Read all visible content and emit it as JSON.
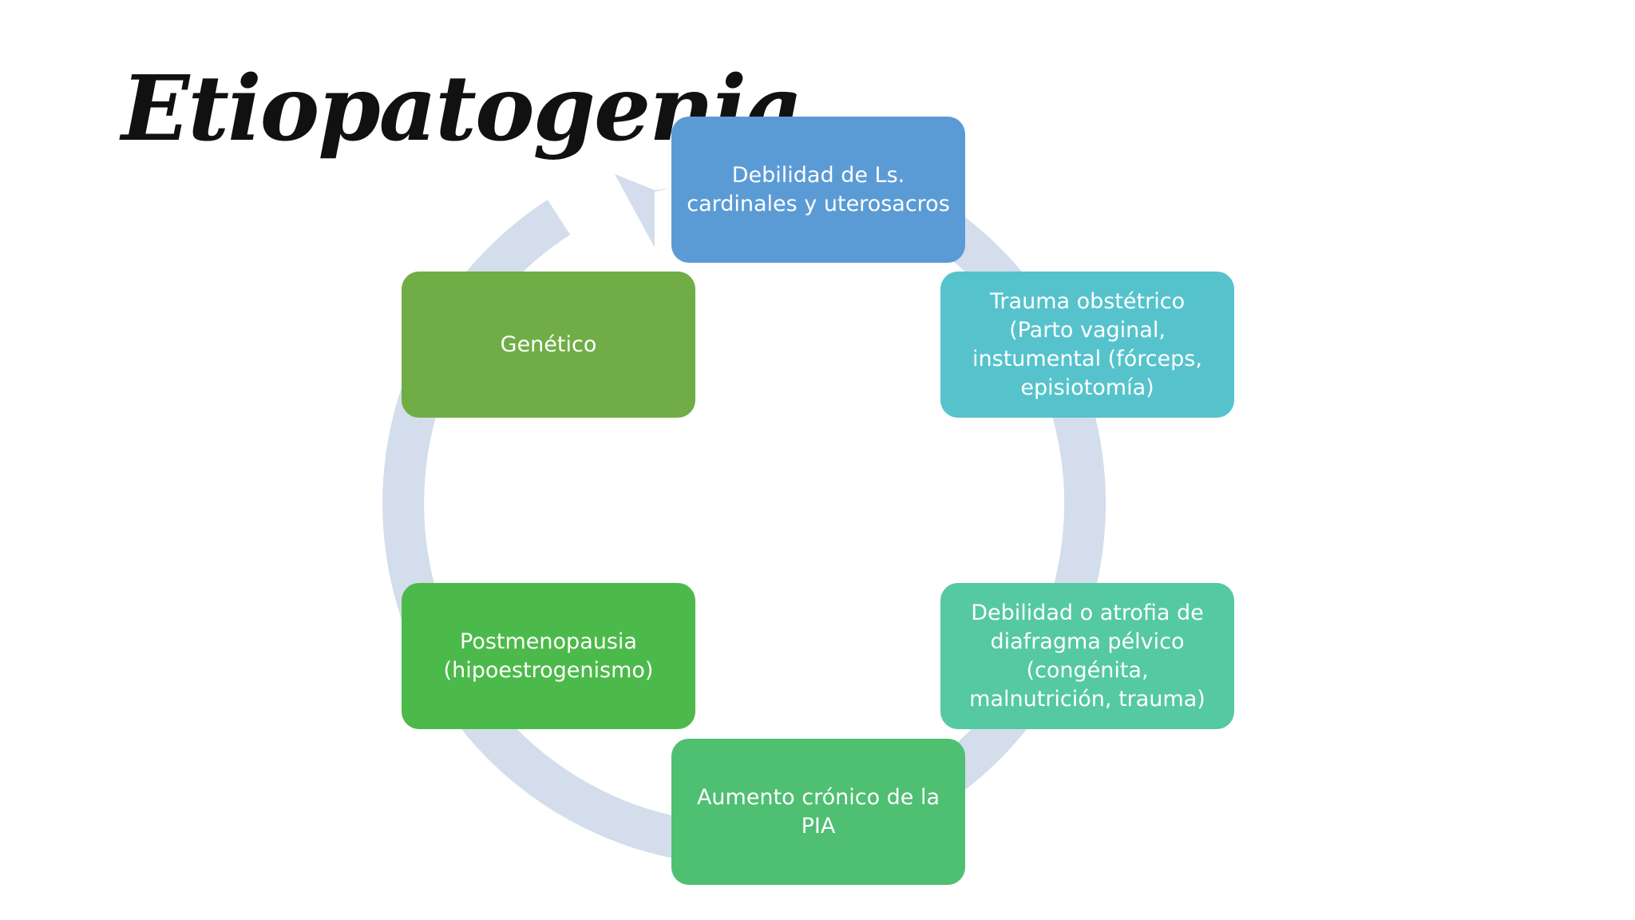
{
  "slide": {
    "title": "Etiopatogenia"
  },
  "cycle": {
    "ring_color": "#d3ddeb",
    "nodes": [
      {
        "id": "debilidad-ligamentos",
        "label": "Debilidad de Ls. cardinales y uterosacros",
        "color": "#5b9bd5"
      },
      {
        "id": "trauma-obstetrico",
        "label": "Trauma obstétrico (Parto vaginal, instumental (fórceps, episiotomía)",
        "color": "#56c3cc"
      },
      {
        "id": "debilidad-diafragma",
        "label": "Debilidad o atrofia de diafragma pélvico (congénita, malnutrición, trauma)",
        "color": "#55c9a2"
      },
      {
        "id": "aumento-pia",
        "label": "Aumento crónico de la PIA",
        "color": "#4fbf72"
      },
      {
        "id": "postmenopausia",
        "label": "Postmenopausia (hipoestrogenismo)",
        "color": "#4cba4a"
      },
      {
        "id": "genetico",
        "label": "Genético",
        "color": "#70ad47"
      }
    ]
  }
}
